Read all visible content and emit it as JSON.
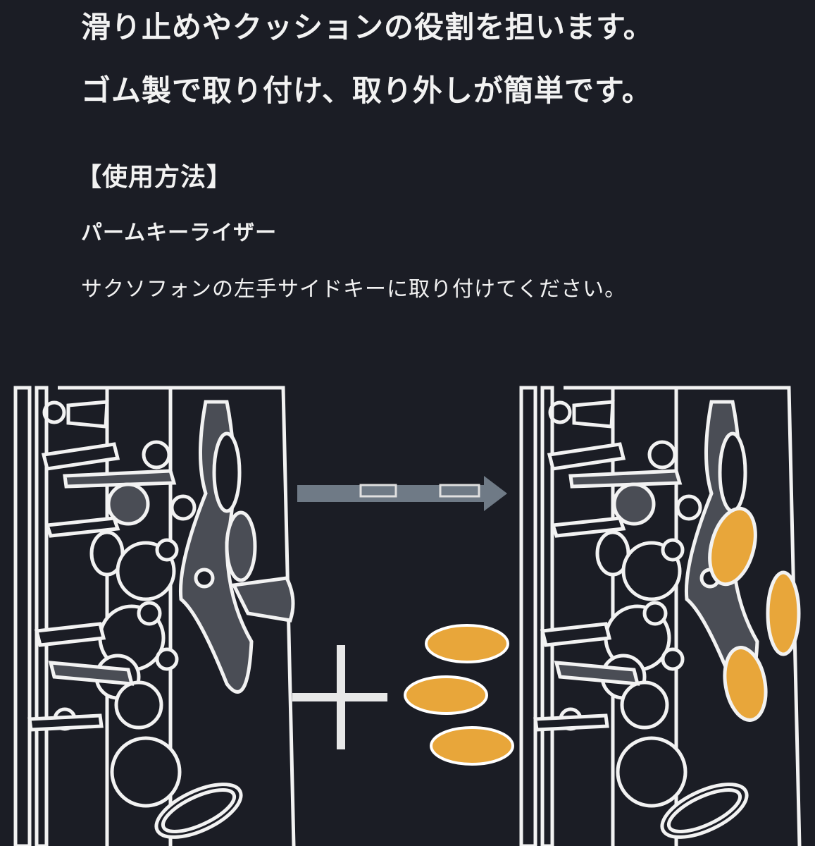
{
  "description_text": {
    "line1": "滑り止めやクッションの役割を担います。",
    "line2": "ゴム製で取り付け、取り外しが簡単です。"
  },
  "usage": {
    "heading": "【使用方法】",
    "product_name": "パームキーライザー",
    "instruction": "サクソフォンの左手サイドキーに取り付けてください。"
  },
  "colors": {
    "background": "#1b1d25",
    "outline": "#f2f2f2",
    "pad": "#e8a63a",
    "key_gray": "#4a4d55",
    "arrow": "#6f7a86"
  }
}
